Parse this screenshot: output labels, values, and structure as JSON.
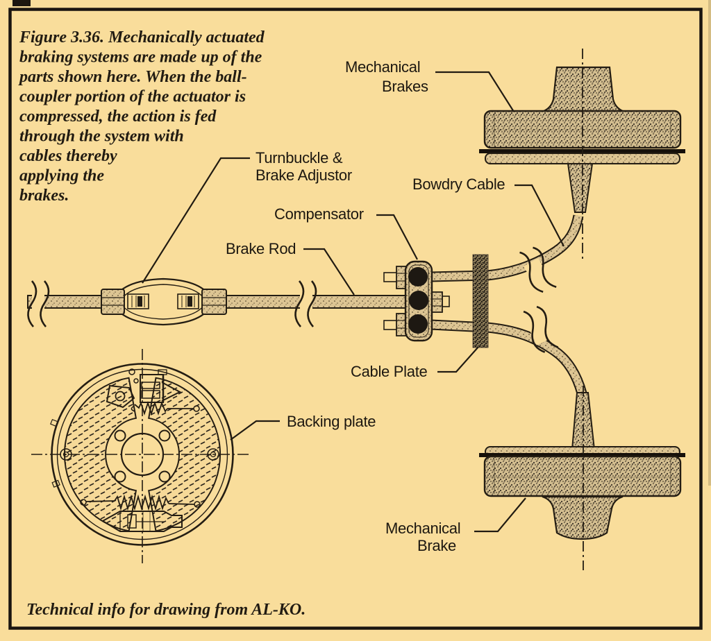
{
  "figure": {
    "caption": {
      "lines": [
        "Figure 3.36.  Mechanically actuated",
        "braking systems are made up of the",
        "parts shown here.  When the ball-",
        "coupler portion of the actuator is",
        "compressed, the action is fed",
        "through the system with",
        "cables thereby",
        "applying the",
        "brakes."
      ]
    },
    "credit": "Technical info for drawing from AL-KO.",
    "labels": {
      "mechanical_brakes": {
        "line1": "Mechanical",
        "line2": "Brakes"
      },
      "bowdry_cable": "Bowdry Cable",
      "turnbuckle": {
        "line1": "Turnbuckle &",
        "line2": "Brake Adjustor"
      },
      "compensator": "Compensator",
      "brake_rod": "Brake Rod",
      "cable_plate": "Cable Plate",
      "backing_plate": "Backing plate",
      "mechanical_brake": {
        "line1": "Mechanical",
        "line2": "Brake"
      }
    },
    "colors": {
      "background": "#f9dd9b",
      "ink": "#211b12",
      "fill_light": "#ddc593",
      "fill_heavy": "#d2bd8f",
      "dark_band": "#16100a"
    }
  }
}
